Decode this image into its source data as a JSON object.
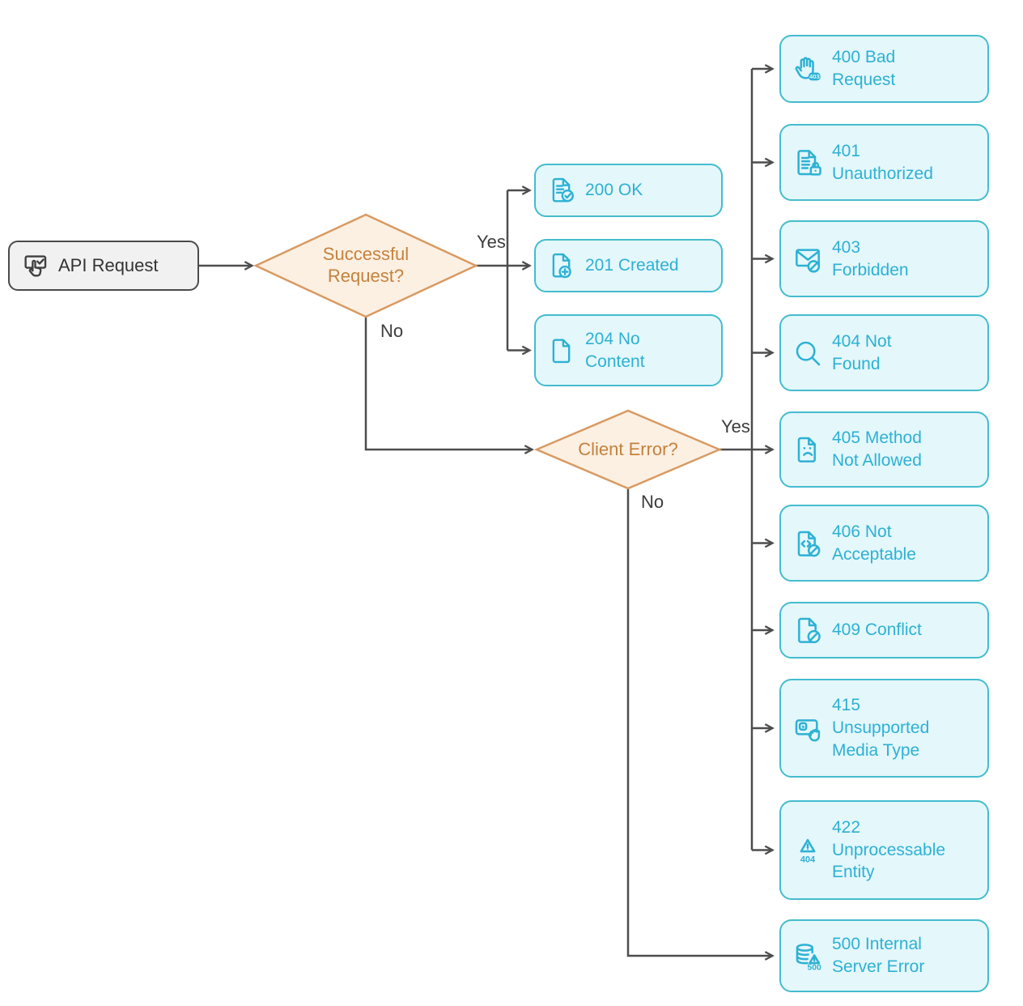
{
  "start_node": {
    "label": "API Request",
    "icon": "tap-check-icon"
  },
  "decision_successful": {
    "label": "Successful\nRequest?",
    "yes_label": "Yes",
    "no_label": "No"
  },
  "decision_client_error": {
    "label": "Client Error?",
    "yes_label": "Yes",
    "no_label": "No"
  },
  "success_nodes": [
    {
      "code": "200",
      "label": "200 OK",
      "icon": "document-check-icon"
    },
    {
      "code": "201",
      "label": "201 Created",
      "icon": "document-add-icon"
    },
    {
      "code": "204",
      "label": "204 No\nContent",
      "icon": "document-blank-icon"
    }
  ],
  "client_error_nodes": [
    {
      "code": "400",
      "label": "400 Bad\nRequest",
      "icon": "stop-hand-icon",
      "icon_badge": "403"
    },
    {
      "code": "401",
      "label": "401\nUnauthorized",
      "icon": "document-lock-icon"
    },
    {
      "code": "403",
      "label": "403\nForbidden",
      "icon": "mail-blocked-icon"
    },
    {
      "code": "404",
      "label": "404 Not\nFound",
      "icon": "magnifier-icon"
    },
    {
      "code": "405",
      "label": "405 Method\nNot Allowed",
      "icon": "document-sad-icon"
    },
    {
      "code": "406",
      "label": "406 Not\nAcceptable",
      "icon": "document-code-blocked-icon"
    },
    {
      "code": "409",
      "label": "409 Conflict",
      "icon": "document-blocked-icon"
    },
    {
      "code": "415",
      "label": "415\nUnsupported\nMedia Type",
      "icon": "media-hand-icon"
    },
    {
      "code": "422",
      "label": "422\nUnprocessable\nEntity",
      "icon": "warning-triangle-icon",
      "icon_badge": "404"
    }
  ],
  "server_error_node": {
    "code": "500",
    "label": "500 Internal\nServer Error",
    "icon": "database-warning-icon",
    "icon_badge": "500"
  },
  "colors": {
    "status_fill": "#e4f7fb",
    "status_border": "#44bccf",
    "status_text": "#2db1d4",
    "decision_fill": "#fcf0e2",
    "decision_border": "#d89a62",
    "decision_text": "#c5813d",
    "start_fill": "#f1f1f1",
    "start_border": "#4a4a4a",
    "connector": "#4d4d4d"
  }
}
